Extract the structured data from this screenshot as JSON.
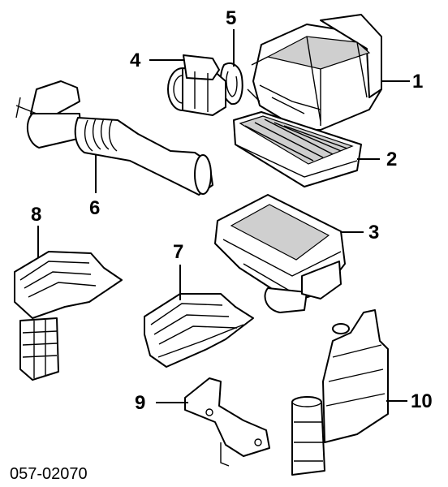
{
  "diagram": {
    "catalog_code": "057-02070",
    "callouts": [
      {
        "id": "1",
        "label": "1"
      },
      {
        "id": "2",
        "label": "2"
      },
      {
        "id": "3",
        "label": "3"
      },
      {
        "id": "4",
        "label": "4"
      },
      {
        "id": "5",
        "label": "5"
      },
      {
        "id": "6",
        "label": "6"
      },
      {
        "id": "7",
        "label": "7"
      },
      {
        "id": "8",
        "label": "8"
      },
      {
        "id": "9",
        "label": "9"
      },
      {
        "id": "10",
        "label": "10"
      }
    ]
  }
}
